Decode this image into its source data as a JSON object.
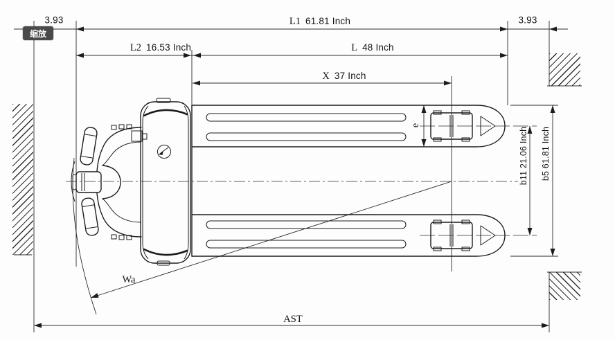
{
  "viewer": {
    "zoom_badge": "缩放"
  },
  "diagram": {
    "title": "pallet-truck-top-view-dimension-drawing",
    "dims": {
      "left_clearance": "3.93",
      "right_clearance": "3.93",
      "l1_prefix": "L1",
      "l1_value": "61.81 Inch",
      "l2_prefix": "L2",
      "l2_value": "16.53 Inch",
      "l_prefix": "L",
      "l_value": "48 Inch",
      "x_prefix": "X",
      "x_value": "37 Inch",
      "e_label": "e",
      "b11_label": "b11 21.06 Inch",
      "b5_label": "b5 61.81 Inch",
      "wa_label": "Wa",
      "ast_label": "AST"
    },
    "colors": {
      "line": "#1c1c1c",
      "badge_bg": "#4a4a4a",
      "badge_fg": "#ffffff",
      "background": "#fdfdfd"
    }
  }
}
